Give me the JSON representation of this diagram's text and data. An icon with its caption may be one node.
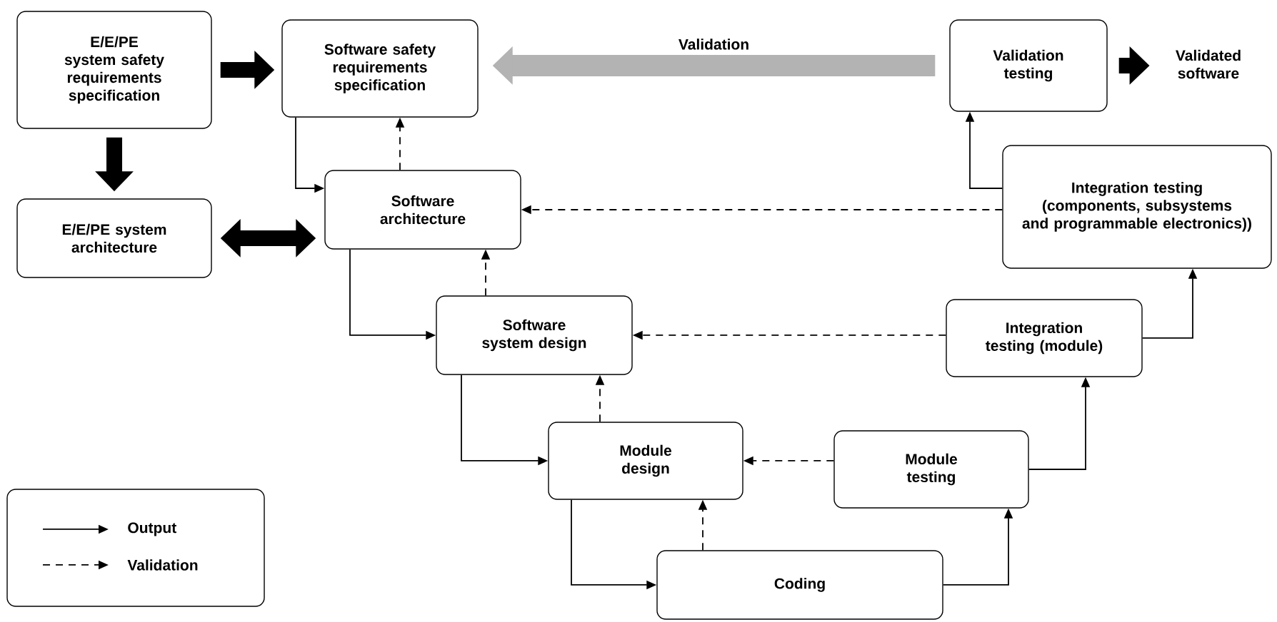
{
  "diagram": {
    "nodes": [
      {
        "text": [
          "E/E/PE system safety requirements specification"
        ]
      },
      {
        "text": [
          "Software safety requirements specification"
        ]
      },
      {
        "text": [
          "Validation testing"
        ]
      },
      {
        "text": [
          "Validated software"
        ]
      },
      {
        "text": [
          "E/E/PE system architecture"
        ]
      },
      {
        "text": [
          "Software architecture"
        ]
      },
      {
        "text": [
          "Integration testing (components, subsystems and programmable electronics))"
        ]
      },
      {
        "text": [
          "Software system design"
        ]
      },
      {
        "text": [
          "Integration testing (module)"
        ]
      },
      {
        "text": [
          "Module design"
        ]
      },
      {
        "text": [
          "Module testing"
        ]
      },
      {
        "text": [
          "Coding"
        ]
      }
    ],
    "edges": [
      {
        "from": 0,
        "to": 1,
        "arrow": "to",
        "style": "thick"
      },
      {
        "from": 0,
        "to": 4,
        "arrow": "to",
        "style": "thick"
      },
      {
        "from": 4,
        "to": 5,
        "arrow": "both",
        "style": "thick"
      },
      {
        "from": 2,
        "to": 3,
        "arrow": "to",
        "style": "thick"
      },
      {
        "from": 2,
        "to": 1,
        "arrow": "to",
        "style": "thick",
        "color": "#b3b3b3",
        "label": "Validation"
      },
      {
        "from": 1,
        "to": 5,
        "arrow": "to"
      },
      {
        "from": 5,
        "to": 1,
        "arrow": "to",
        "style": "dashed"
      },
      {
        "from": 6,
        "to": 5,
        "arrow": "to",
        "style": "dashed"
      },
      {
        "from": 5,
        "to": 7,
        "arrow": "to"
      },
      {
        "from": 7,
        "to": 5,
        "arrow": "to",
        "style": "dashed"
      },
      {
        "from": 8,
        "to": 7,
        "arrow": "to",
        "style": "dashed"
      },
      {
        "from": 7,
        "to": 9,
        "arrow": "to"
      },
      {
        "from": 9,
        "to": 7,
        "arrow": "to",
        "style": "dashed"
      },
      {
        "from": 10,
        "to": 9,
        "arrow": "to",
        "style": "dashed"
      },
      {
        "from": 9,
        "to": 11,
        "arrow": "to"
      },
      {
        "from": 11,
        "to": 9,
        "arrow": "to",
        "style": "dashed"
      },
      {
        "from": 11,
        "to": 10,
        "arrow": "to"
      },
      {
        "from": 10,
        "to": 8,
        "arrow": "to"
      },
      {
        "from": 8,
        "to": 6,
        "arrow": "to"
      },
      {
        "from": 6,
        "to": 2,
        "arrow": "to"
      }
    ],
    "legend": [
      {
        "text": "Output"
      },
      {
        "text": "Validation"
      }
    ]
  }
}
